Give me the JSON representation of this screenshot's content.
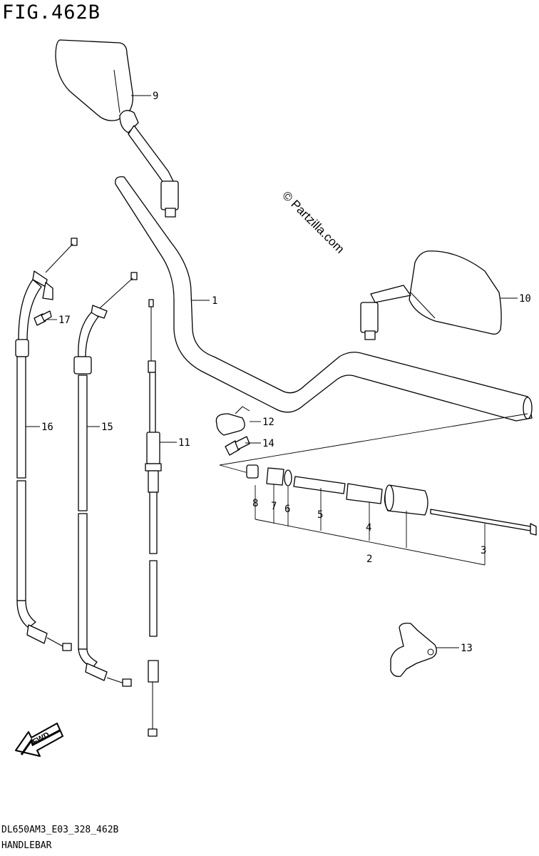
{
  "figure": {
    "title": "FIG.462B"
  },
  "watermark": "© Partzilla.com",
  "footer": {
    "code": "DL650AM3_E03_328_462B",
    "name": "HANDLEBAR"
  },
  "fwd_arrow": {
    "label": "FWD"
  },
  "callouts": {
    "c1": "1",
    "c2": "2",
    "c3": "3",
    "c4": "4",
    "c5": "5",
    "c6": "6",
    "c7": "7",
    "c8": "8",
    "c9": "9",
    "c10": "10",
    "c11": "11",
    "c12": "12",
    "c13": "13",
    "c14": "14",
    "c15": "15",
    "c16": "16",
    "c17": "17"
  },
  "icons": {
    "arrow": "fwd-arrow-icon"
  }
}
